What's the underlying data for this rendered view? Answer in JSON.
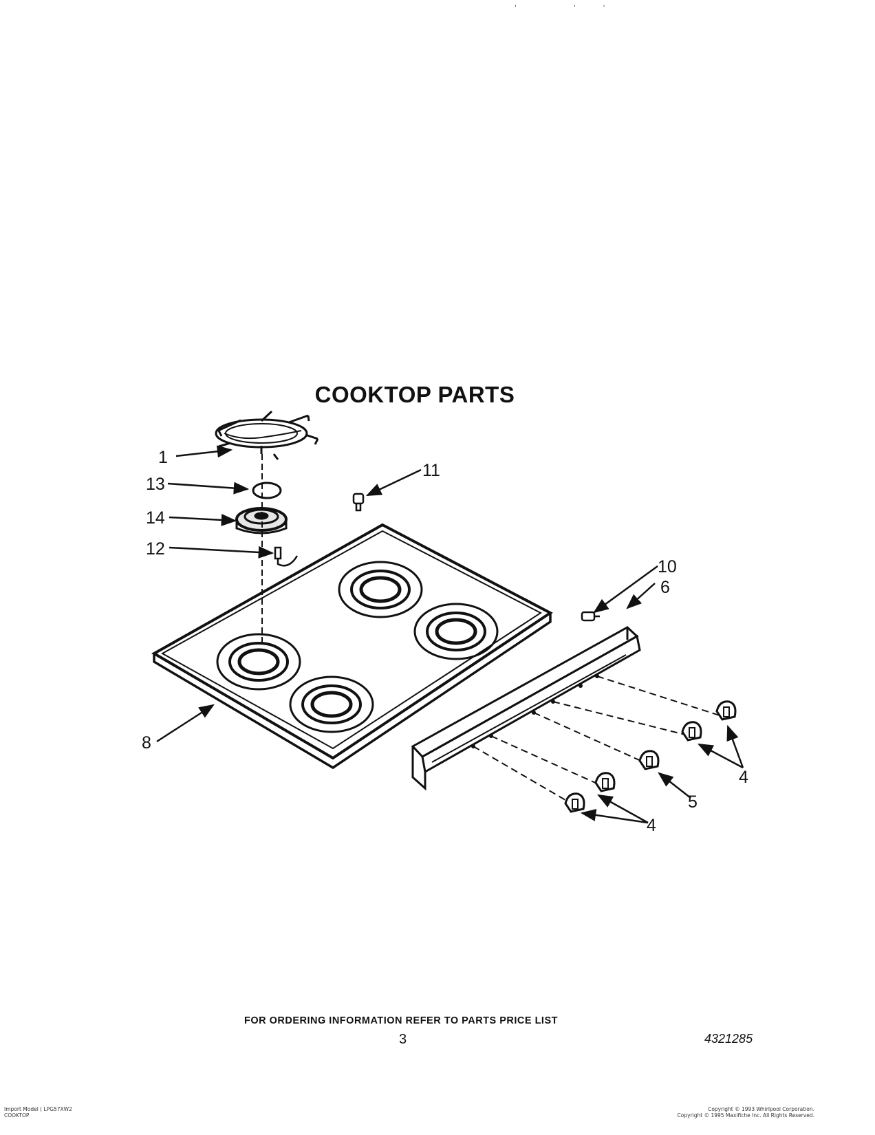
{
  "header": {
    "marks": "' ''"
  },
  "title": "COOKTOP PARTS",
  "callouts": {
    "c1": "1",
    "c13": "13",
    "c14": "14",
    "c12": "12",
    "c11": "11",
    "c10": "10",
    "c6": "6",
    "c8": "8",
    "c4a": "4",
    "c5": "5",
    "c4b": "4"
  },
  "footer": {
    "ordering_note": "FOR ORDERING INFORMATION REFER TO PARTS PRICE LIST",
    "page_number": "3",
    "document_number": "4321285"
  },
  "fine_print": {
    "left_line1": "Import Model ( LPG57XW2",
    "left_line2": "COOKTOP",
    "right_line1": "Copyright © 1993 Whirlpool Corporation.",
    "right_line2": "Copyright © 1995 Maxifiche Inc. All Rights Reserved."
  },
  "colors": {
    "ink": "#111111",
    "paper": "#ffffff"
  }
}
